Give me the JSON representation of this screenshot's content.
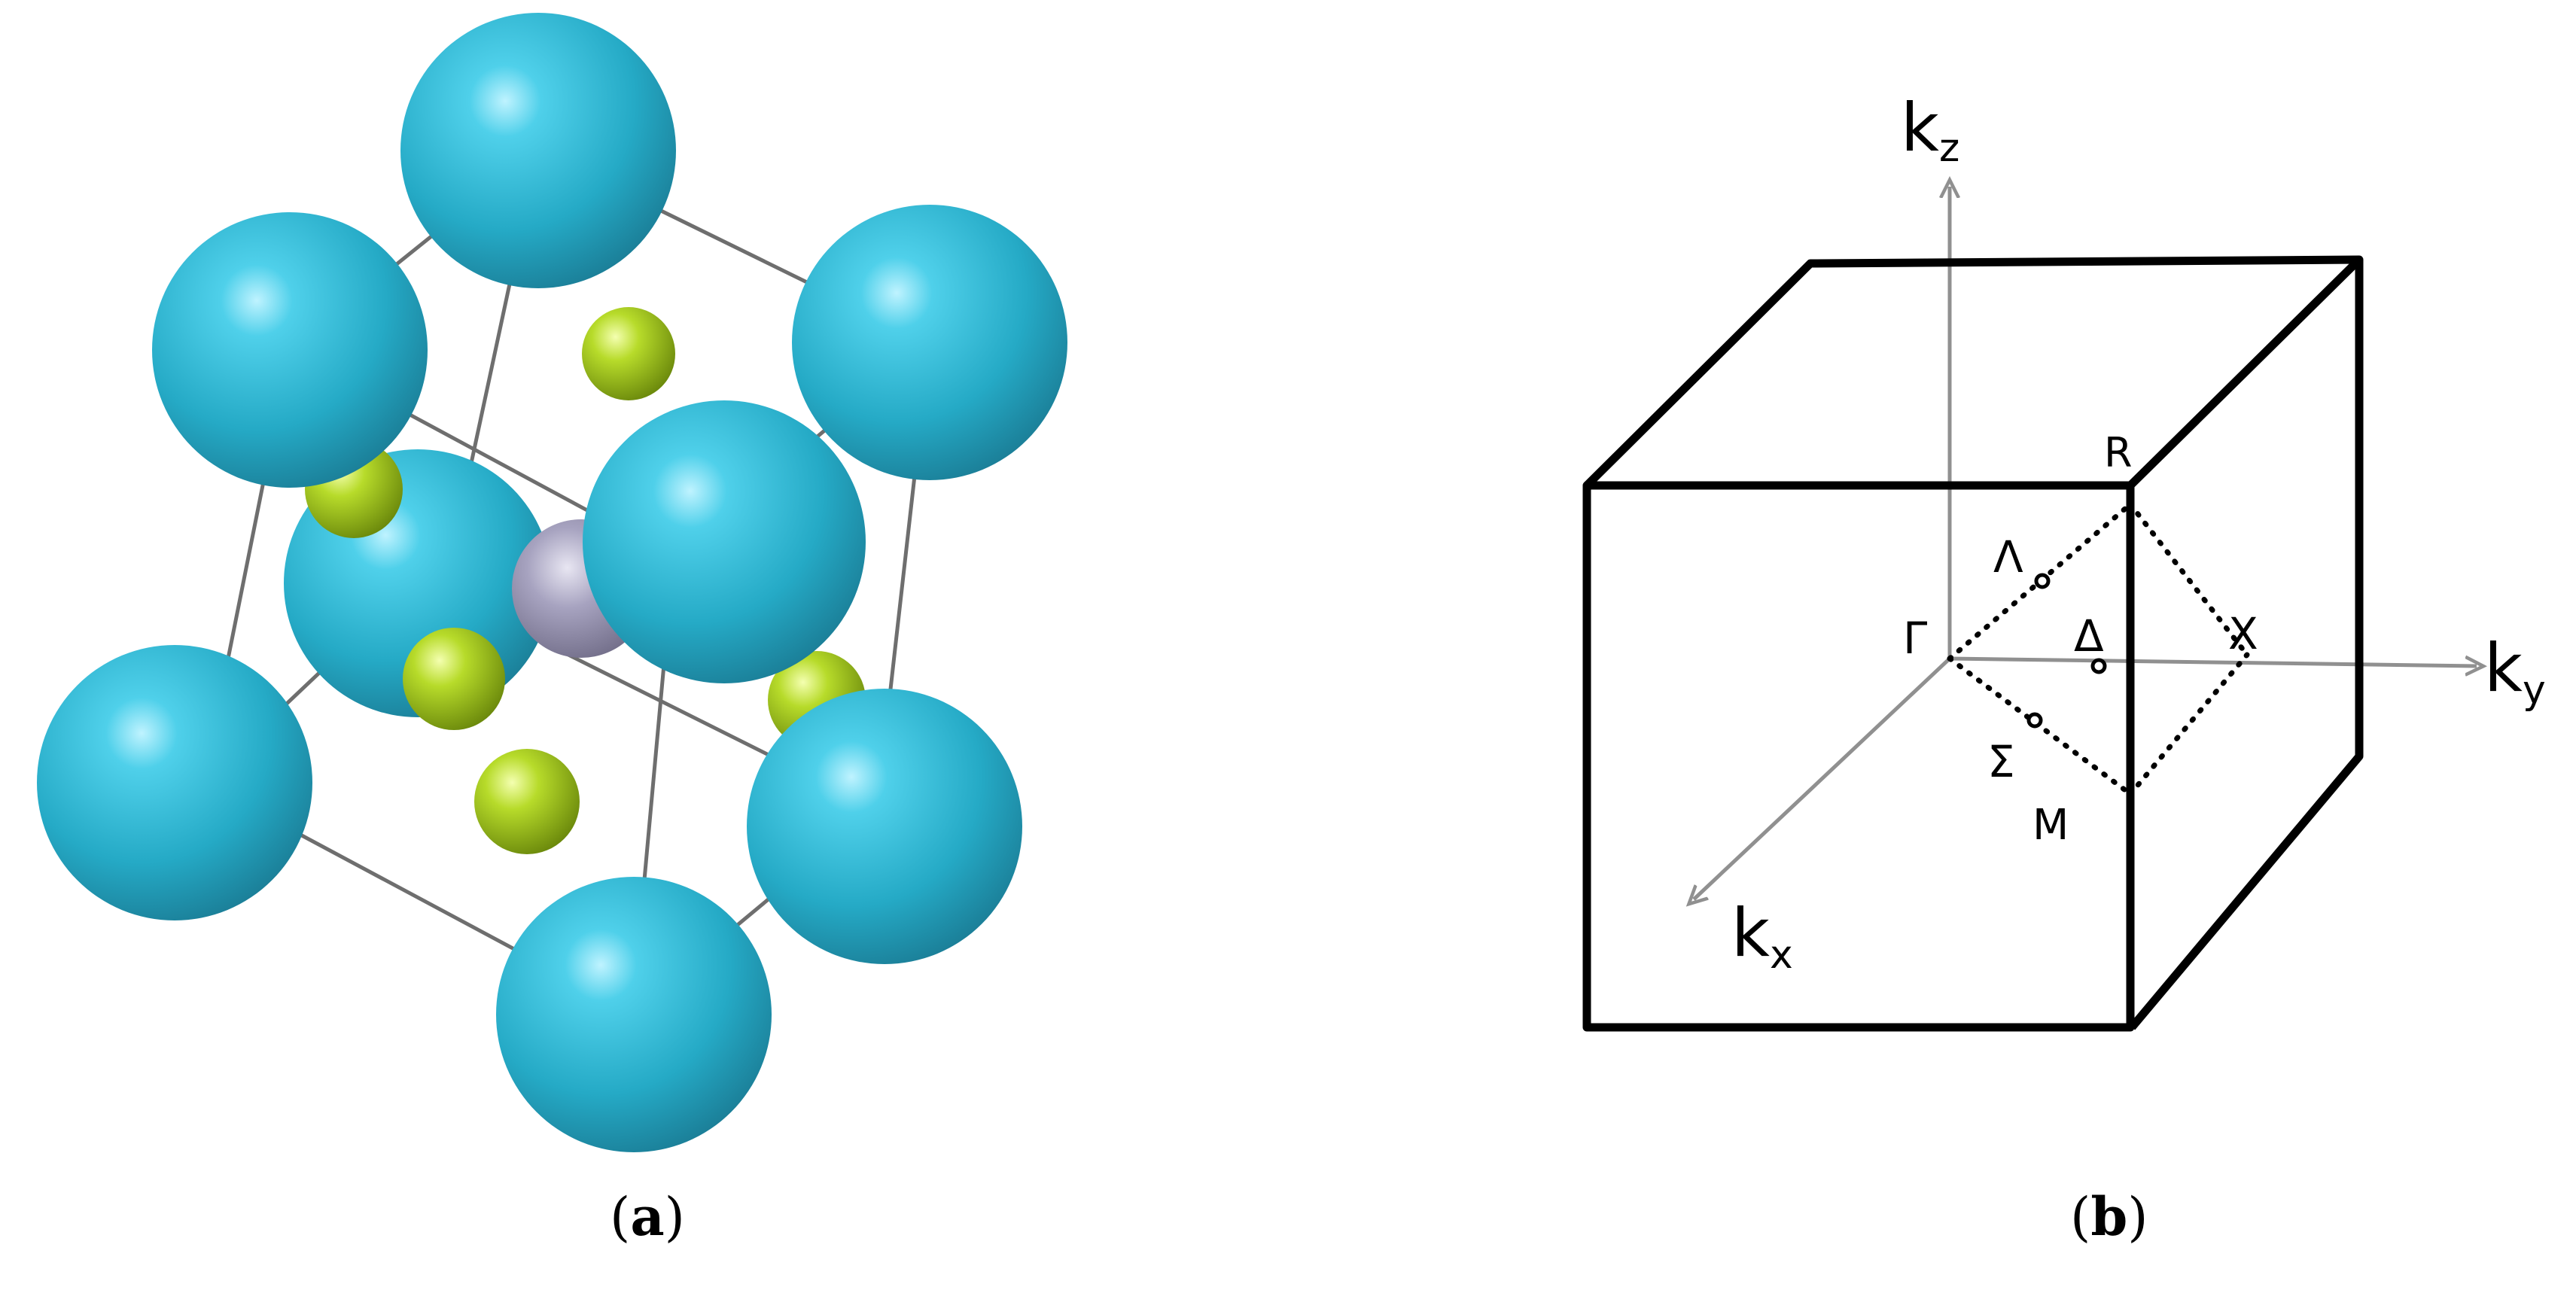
{
  "panel_a": {
    "caption_open": "(",
    "caption_letter": "a",
    "caption_close": ")",
    "colors": {
      "large_atom": "#2bb3cc",
      "small_atom": "#a8cc1e",
      "center_atom": "#a09cb8",
      "bond": "#6e6e6e"
    }
  },
  "panel_b": {
    "caption_open": "(",
    "caption_letter": "b",
    "caption_close": ")",
    "axes": {
      "kz": {
        "base": "k",
        "sub": "z"
      },
      "ky": {
        "base": "k",
        "sub": "y"
      },
      "kx": {
        "base": "k",
        "sub": "x"
      }
    },
    "points": {
      "gamma": "Γ",
      "r": "R",
      "x": "X",
      "m": "M",
      "lambda": "Λ",
      "delta": "Δ",
      "sigma": "Σ"
    },
    "colors": {
      "cube_edge": "#000000",
      "axis": "#909090"
    }
  }
}
